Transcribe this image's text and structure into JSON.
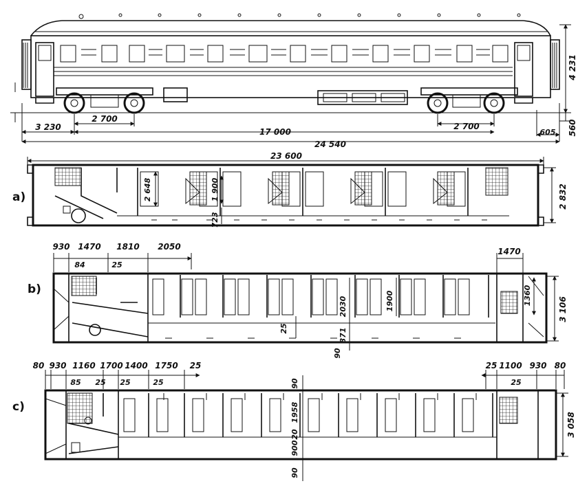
{
  "side_view": {
    "dims": {
      "height": "4 231",
      "step": "560",
      "end_offset": "605",
      "bogie_spacing_left": "2 700",
      "bogie_spacing_right": "2 700",
      "overhang": "3 230",
      "bogie_centers": "17 000",
      "overall_length": "24 540"
    }
  },
  "plan_a": {
    "label": "a)",
    "dims": {
      "body_length": "23 600",
      "width": "2 832",
      "berth_length": "2 648",
      "berth_width": "1 900",
      "aisle": "723"
    }
  },
  "plan_b": {
    "label": "b)",
    "dims": {
      "top": [
        "930",
        "1470",
        "1810",
        "2050"
      ],
      "sub": [
        "84",
        "25"
      ],
      "right_top": "1470",
      "right_side": "1360",
      "width": "3 106",
      "center": [
        "25",
        "2030",
        "1900",
        "871",
        "90"
      ]
    }
  },
  "plan_c": {
    "label": "c)",
    "dims": {
      "top": [
        "80",
        "930",
        "1160",
        "1700",
        "1400",
        "1750",
        "25"
      ],
      "sub": [
        "85",
        "25",
        "25",
        "25"
      ],
      "right_top": [
        "25",
        "1100",
        "930",
        "80"
      ],
      "right_sub": "25",
      "width": "3 058",
      "center": [
        "90",
        "1958",
        "20",
        "900",
        "90"
      ]
    }
  }
}
